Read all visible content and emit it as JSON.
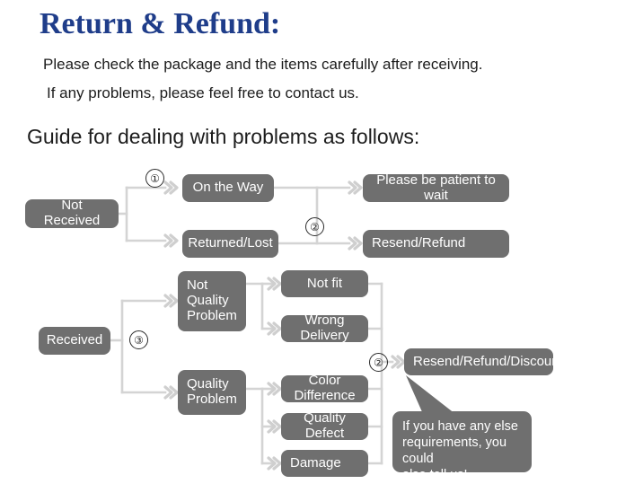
{
  "header": {
    "title": "Return & Refund:",
    "line1": "Please check the package and the items carefully after receiving.",
    "line2": "If any problems, please feel free to contact us.",
    "guide": "Guide for dealing with problems as follows:"
  },
  "flow": {
    "steps": {
      "one": "①",
      "two_top": "②",
      "three": "③",
      "two_bottom": "②"
    },
    "nodes": {
      "not_received": "Not Received",
      "on_the_way": "On the Way",
      "returned_lost": "Returned/Lost",
      "please_wait": "Please be patient to wait",
      "resend_refund": "Resend/Refund",
      "received": "Received",
      "not_quality_problem": "Not\nQuality\nProblem",
      "quality_problem": "Quality\nProblem",
      "not_fit": "Not fit",
      "wrong_delivery": "Wrong Delivery",
      "color_difference": "Color Difference",
      "quality_defect": "Quality Defect",
      "damage": "Damage",
      "resend_refund_discount": "Resend/Refund/Discount"
    },
    "callout": "If you have any else\nrequirements, you could\nalso tell us!"
  },
  "colors": {
    "title_blue": "#1f3d8a",
    "node_gray": "#6f6f6f",
    "wire_gray": "#d2d2d2",
    "text_dark": "#1c1c1c",
    "background": "#ffffff"
  }
}
